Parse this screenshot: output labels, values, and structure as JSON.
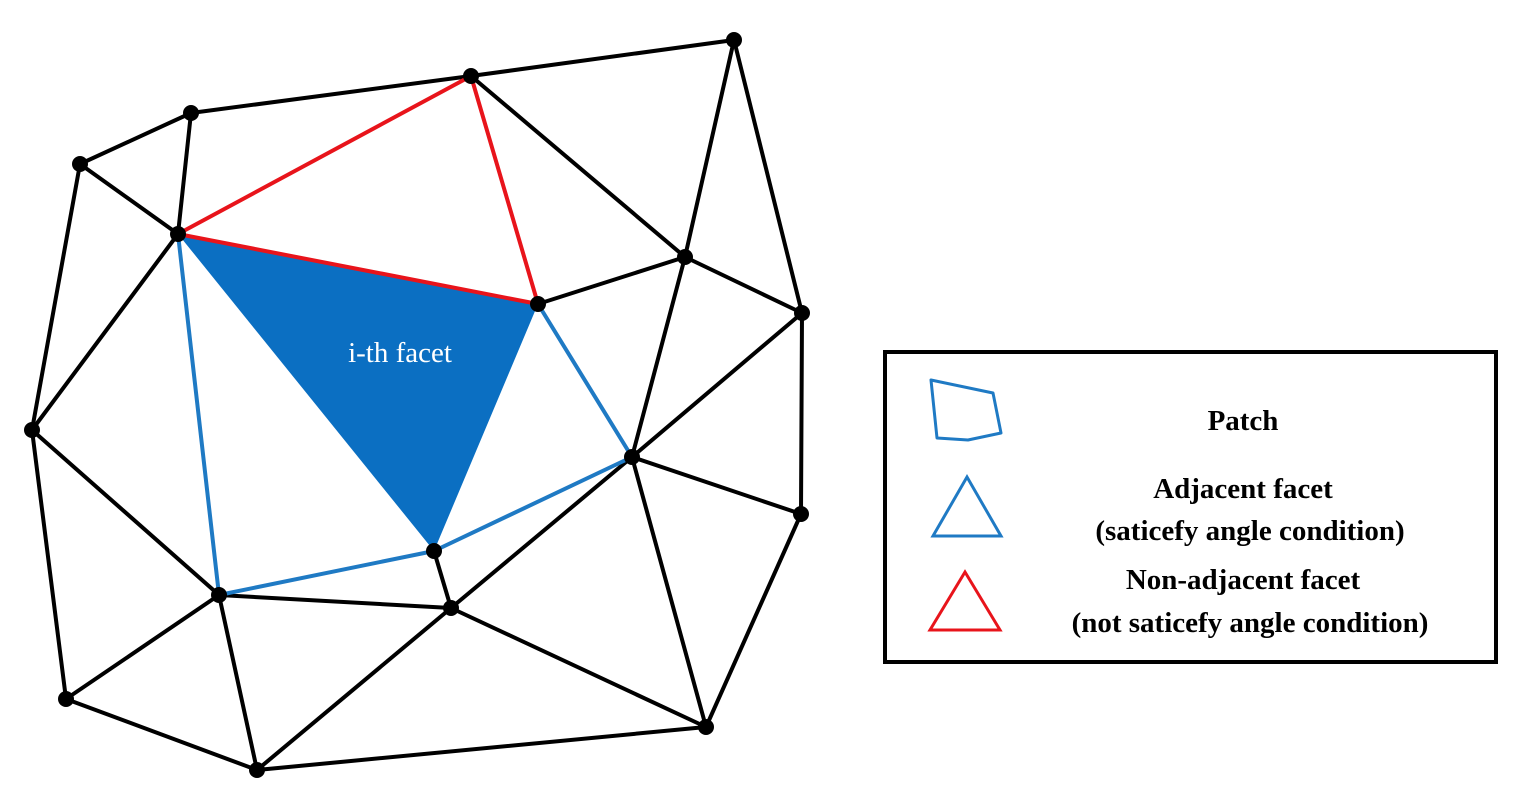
{
  "colors": {
    "mesh_edge": "#000000",
    "patch": "#1f7ac4",
    "ith_facet_fill": "#0b6fc2",
    "non_adjacent": "#e8141b",
    "background": "#ffffff"
  },
  "facet_label": "i-th facet",
  "legend": {
    "items": [
      {
        "symbol": "quadrilateral",
        "color": "#1f7ac4",
        "lines": [
          "Patch"
        ]
      },
      {
        "symbol": "triangle",
        "color": "#1f7ac4",
        "lines": [
          "Adjacent facet",
          "(saticefy angle condition)"
        ]
      },
      {
        "symbol": "triangle",
        "color": "#e8141b",
        "lines": [
          "Non-adjacent facet",
          "(not saticefy angle condition)"
        ]
      }
    ]
  }
}
